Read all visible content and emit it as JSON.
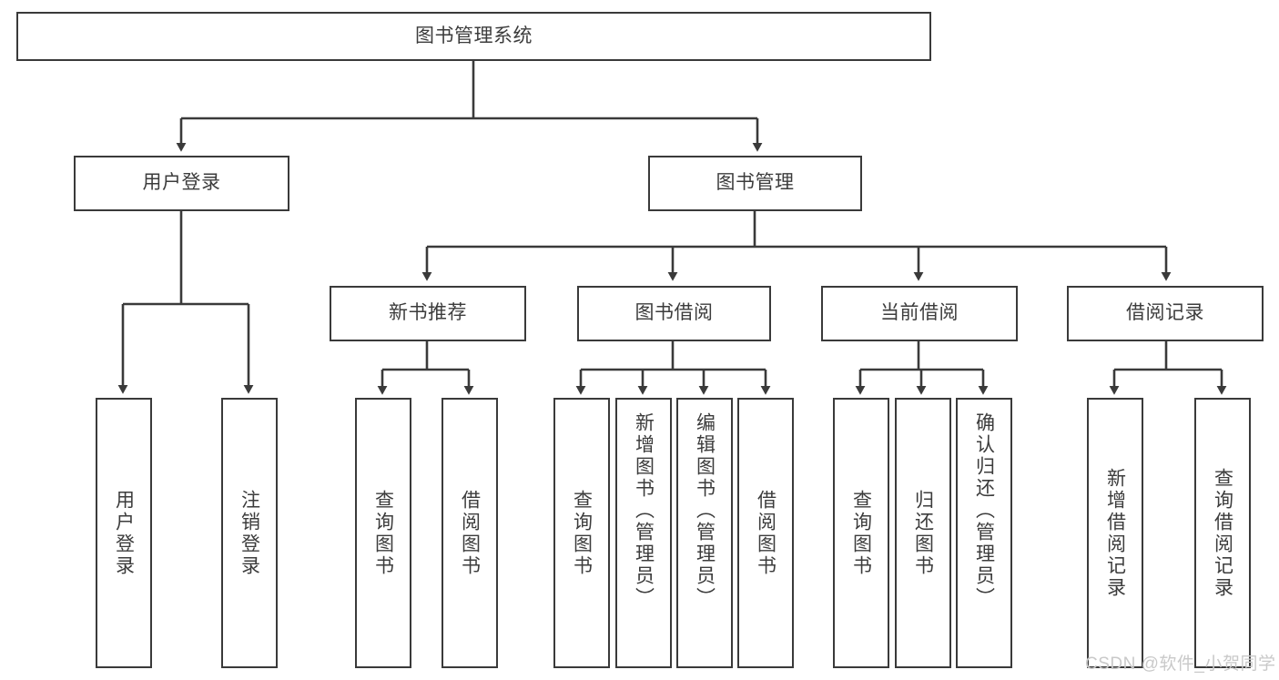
{
  "diagram": {
    "type": "tree",
    "title": "图书管理系统",
    "colors": {
      "box_border": "#3a3a3a",
      "box_fill": "#ffffff",
      "connector": "#3a3a3a",
      "text": "#3c3c3c",
      "watermark": "#c9c9c9",
      "background": "#ffffff"
    },
    "root": {
      "label": "图书管理系统"
    },
    "level2": [
      {
        "id": "login",
        "label": "用户登录"
      },
      {
        "id": "bookmgmt",
        "label": "图书管理"
      }
    ],
    "level3": [
      {
        "id": "newbook",
        "label": "新书推荐",
        "parent": "bookmgmt"
      },
      {
        "id": "borrow",
        "label": "图书借阅",
        "parent": "bookmgmt"
      },
      {
        "id": "current",
        "label": "当前借阅",
        "parent": "bookmgmt"
      },
      {
        "id": "records",
        "label": "借阅记录",
        "parent": "bookmgmt"
      }
    ],
    "leaves": [
      {
        "id": "leaf-1",
        "label": "用户登录",
        "parent": "login"
      },
      {
        "id": "leaf-2",
        "label": "注销登录",
        "parent": "login"
      },
      {
        "id": "leaf-3",
        "label": "查询图书",
        "parent": "newbook"
      },
      {
        "id": "leaf-4",
        "label": "借阅图书",
        "parent": "newbook"
      },
      {
        "id": "leaf-5",
        "label": "查询图书",
        "parent": "borrow"
      },
      {
        "id": "leaf-6",
        "label": "新增图书（管理员）",
        "parent": "borrow"
      },
      {
        "id": "leaf-7",
        "label": "编辑图书（管理员）",
        "parent": "borrow"
      },
      {
        "id": "leaf-8",
        "label": "借阅图书",
        "parent": "borrow"
      },
      {
        "id": "leaf-9",
        "label": "查询图书",
        "parent": "current"
      },
      {
        "id": "leaf-10",
        "label": "归还图书",
        "parent": "current"
      },
      {
        "id": "leaf-11",
        "label": "确认归还（管理员）",
        "parent": "current"
      },
      {
        "id": "leaf-12",
        "label": "新增借阅记录",
        "parent": "records"
      },
      {
        "id": "leaf-13",
        "label": "查询借阅记录",
        "parent": "records"
      }
    ]
  },
  "watermark": {
    "text": "CSDN @软件_小贺同学"
  }
}
